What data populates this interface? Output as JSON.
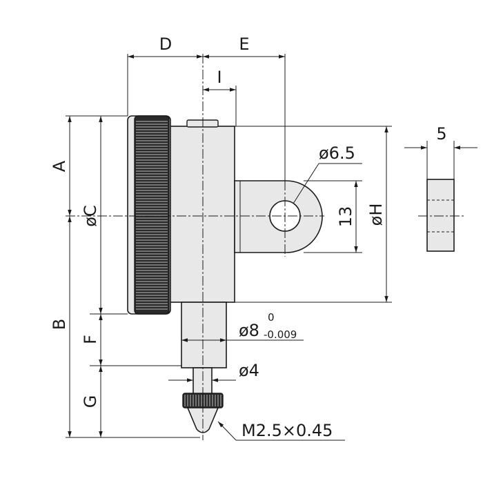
{
  "labels": {
    "D": "D",
    "E": "E",
    "I": "I",
    "A": "A",
    "B": "B",
    "C": "øC",
    "F": "F",
    "G": "G",
    "H": "øH",
    "lug_hole": "ø6.5",
    "lug_height": "13",
    "lug_thickness": "5",
    "stem_main": "ø8",
    "stem_tol_upper": "0",
    "stem_tol_lower": "-0.009",
    "spindle": "ø4",
    "thread": "M2.5×0.45"
  }
}
